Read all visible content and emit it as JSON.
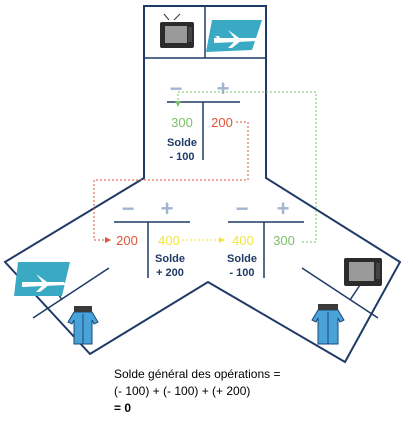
{
  "colors": {
    "frame": "#1f3a66",
    "sign": "#a3b4d2",
    "green": "#7fbf6a",
    "red": "#e0543a",
    "yellow": "#f0e63c",
    "navy": "#1f3a66",
    "light_green": "#9ed39a"
  },
  "top": {
    "minus": "−",
    "plus": "+",
    "left_value": "300",
    "right_value": "200",
    "solde_label": "Solde",
    "solde_value": "- 100",
    "icons": [
      "tv-icon",
      "airplane-icon"
    ]
  },
  "left": {
    "minus": "−",
    "plus": "+",
    "left_value": "200",
    "right_value": "400",
    "solde_label": "Solde",
    "solde_value": "+ 200",
    "icons": [
      "airplane-icon",
      "clothing-icon"
    ]
  },
  "right": {
    "minus": "−",
    "plus": "+",
    "left_value": "400",
    "right_value": "300",
    "solde_label": "Solde",
    "solde_value": "- 100",
    "icons": [
      "tv-icon",
      "clothing-icon"
    ]
  },
  "summary": {
    "line1": "Solde général des opérations =",
    "line2": "(- 100) + (- 100) + (+ 200)",
    "line3": "= 0"
  }
}
